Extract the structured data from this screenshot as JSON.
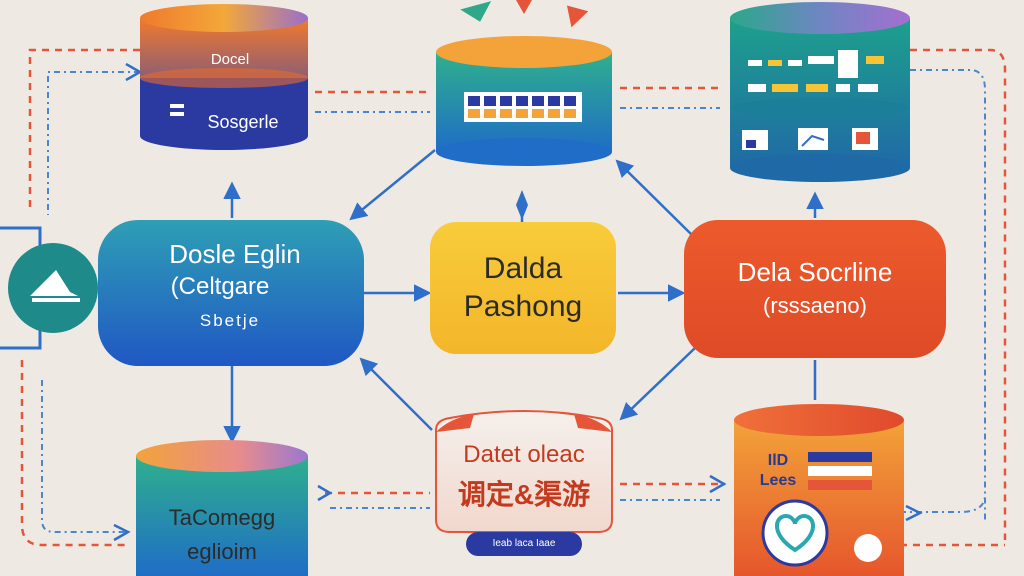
{
  "colors": {
    "background": "#efe9e3",
    "blue": "#2f6fc9",
    "dashed_red": "#e4553a",
    "dashed_blue": "#4a86d0",
    "teal": "#1f9a8a",
    "orange": "#f4a13a",
    "purple": "#8d6bc8",
    "yellow": "#f6c435",
    "red_orange": "#e7552b",
    "navy": "#2b3aa1"
  },
  "nodes": {
    "top_left_db": {
      "top_label": "Docel",
      "bottom_label": "Sosgerle"
    },
    "top_center_db": {
      "label": ""
    },
    "top_right_db": {
      "label": ""
    },
    "left_process": {
      "line1": "Dosle Eglin",
      "line2": "(Celtgare",
      "line3": "Sbetje"
    },
    "center_process": {
      "line1": "Dalda",
      "line2": "Pashong"
    },
    "right_process": {
      "line1": "Dela Socrline",
      "line2": "(rsssaeno)"
    },
    "bottom_left_db": {
      "line1": "TaComegg",
      "line2": "eglioim"
    },
    "bottom_center_process": {
      "line1": "Datet oleac",
      "line2": "调定&渠游",
      "badge": "Ieab  laca Iaae"
    },
    "bottom_right_db": {
      "line1": "IlD",
      "line2": "Lees"
    }
  },
  "icons": {
    "left_edge_icon": "wedge-shape-icon",
    "bottom_right_heart": "heart-icon",
    "top_triangles": "triangles-decoration-icon"
  }
}
